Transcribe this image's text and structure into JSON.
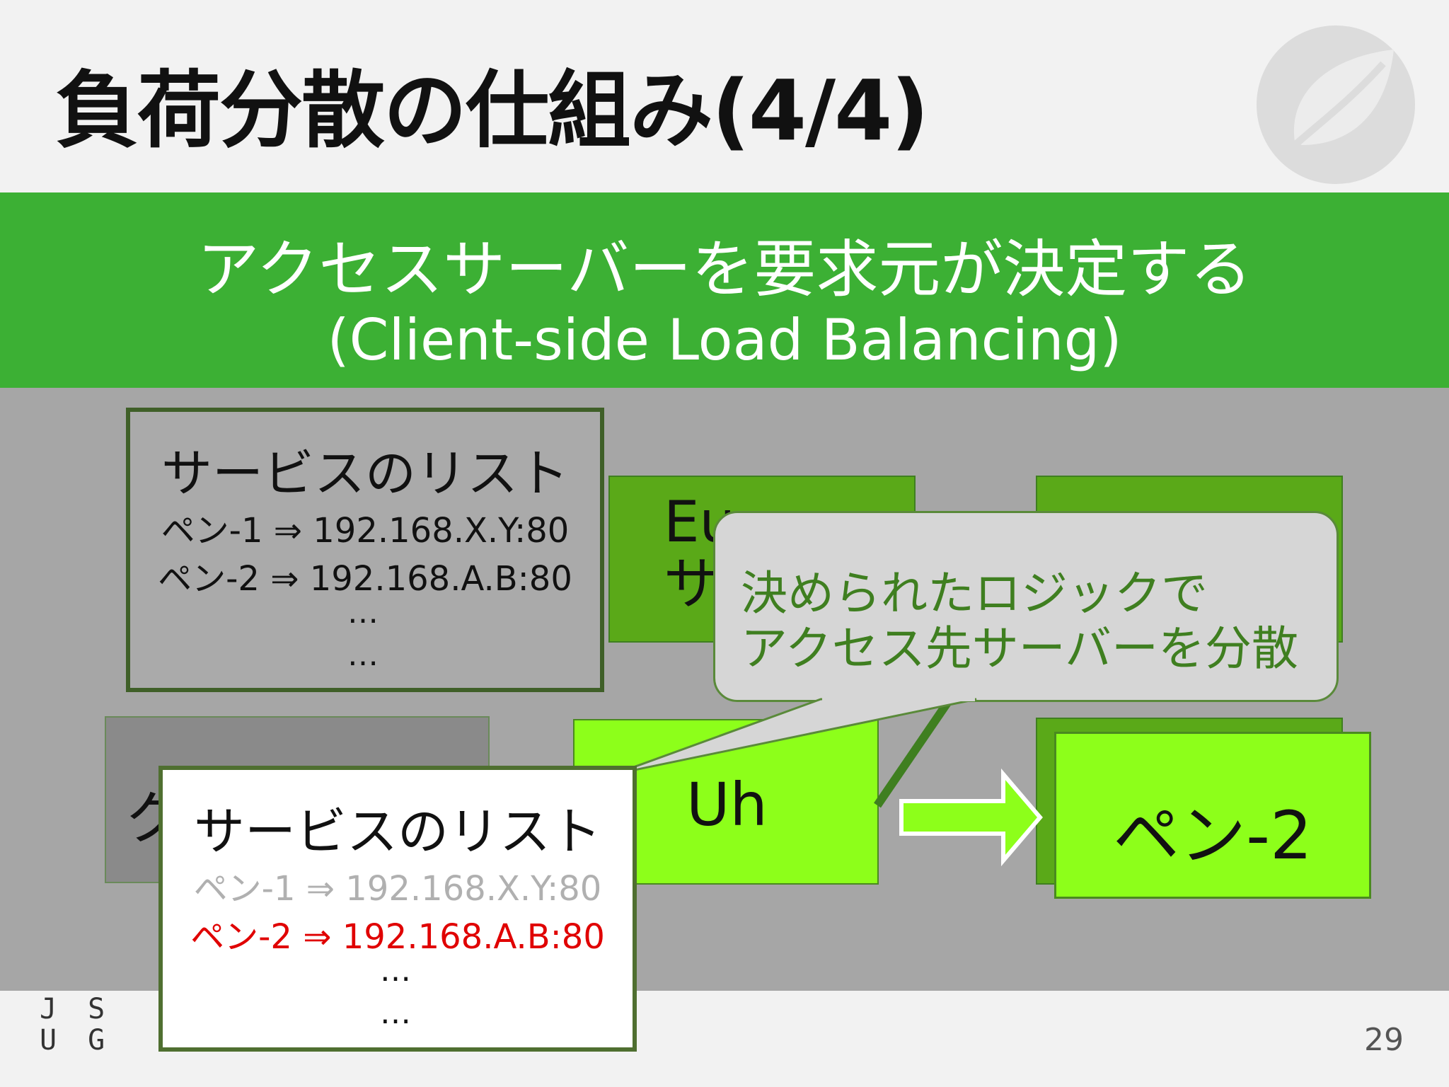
{
  "slide": {
    "title": "負荷分散の仕組み(4/4)",
    "page_number": "29",
    "footer_logo": [
      "J S",
      "U G"
    ]
  },
  "banner": {
    "line1": "アクセスサーバーを要求元が決定する",
    "line2": "(Client-side Load Balancing)"
  },
  "service_list_top": {
    "title": "サービスのリスト",
    "rows": [
      "ペン-1 ⇒ 192.168.X.Y:80",
      "ペン-2 ⇒ 192.168.A.B:80"
    ],
    "ellipsis": [
      "…",
      "…"
    ]
  },
  "eureka": {
    "label": "Eu…\nサ…"
  },
  "client": {
    "label": "ク"
  },
  "zuul": {
    "label": "Uh"
  },
  "target": {
    "label": "ペン-2"
  },
  "callout": {
    "line1": "決められたロジックで",
    "line2": "アクセス先サーバーを分散"
  },
  "service_list_bottom": {
    "title": "サービスのリスト",
    "rows": [
      {
        "text": "ペン-1 ⇒ 192.168.X.Y:80",
        "state": "inactive"
      },
      {
        "text": "ペン-2 ⇒ 192.168.A.B:80",
        "state": "selected"
      }
    ],
    "ellipsis": [
      "…",
      "…"
    ]
  },
  "colors": {
    "banner": "#3cb034",
    "box_dark_green": "#5aa918",
    "box_light_green": "#8dff1a",
    "selected_text": "#e00000",
    "inactive_text": "#b0b0b0"
  }
}
